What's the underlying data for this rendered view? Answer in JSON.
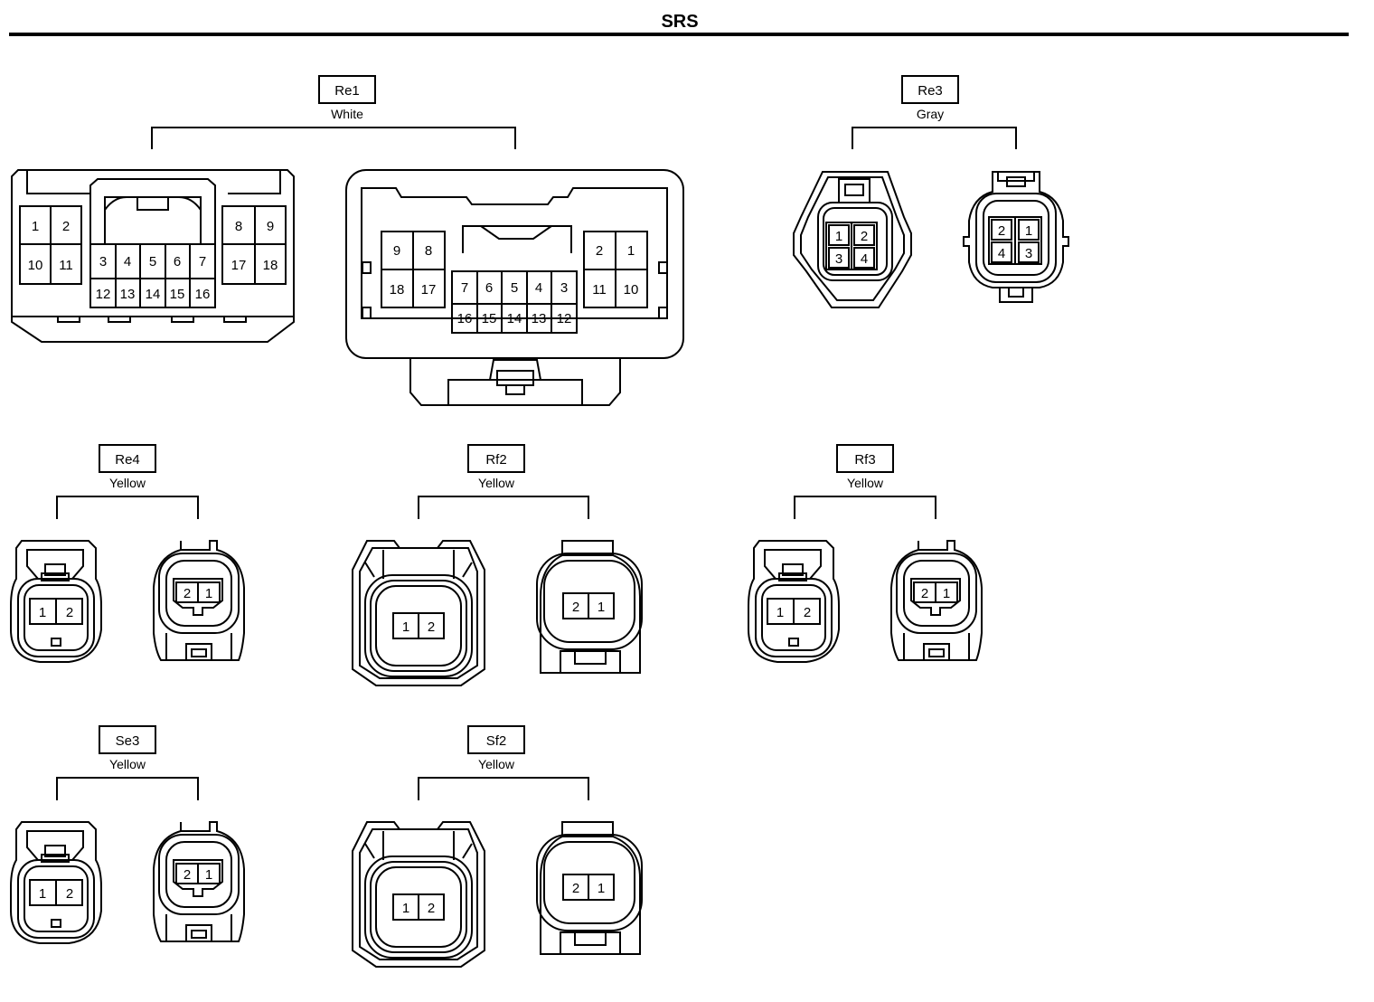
{
  "title": "SRS",
  "connectors": {
    "re1": {
      "code": "Re1",
      "color": "White",
      "female_pins": [
        "1",
        "2",
        "10",
        "11",
        "3",
        "4",
        "5",
        "6",
        "7",
        "12",
        "13",
        "14",
        "15",
        "16",
        "8",
        "9",
        "17",
        "18"
      ],
      "male_pins": [
        "9",
        "8",
        "18",
        "17",
        "7",
        "6",
        "5",
        "4",
        "3",
        "16",
        "15",
        "14",
        "13",
        "12",
        "2",
        "1",
        "11",
        "10"
      ]
    },
    "re3": {
      "code": "Re3",
      "color": "Gray",
      "female_pins": [
        "1",
        "2",
        "3",
        "4"
      ],
      "male_pins": [
        "2",
        "1",
        "4",
        "3"
      ]
    },
    "re4": {
      "code": "Re4",
      "color": "Yellow",
      "female_pins": [
        "1",
        "2"
      ],
      "male_pins": [
        "2",
        "1"
      ]
    },
    "rf2": {
      "code": "Rf2",
      "color": "Yellow",
      "female_pins": [
        "1",
        "2"
      ],
      "male_pins": [
        "2",
        "1"
      ]
    },
    "rf3": {
      "code": "Rf3",
      "color": "Yellow",
      "female_pins": [
        "1",
        "2"
      ],
      "male_pins": [
        "2",
        "1"
      ]
    },
    "se3": {
      "code": "Se3",
      "color": "Yellow",
      "female_pins": [
        "1",
        "2"
      ],
      "male_pins": [
        "2",
        "1"
      ]
    },
    "sf2": {
      "code": "Sf2",
      "color": "Yellow",
      "female_pins": [
        "1",
        "2"
      ],
      "male_pins": [
        "2",
        "1"
      ]
    }
  }
}
